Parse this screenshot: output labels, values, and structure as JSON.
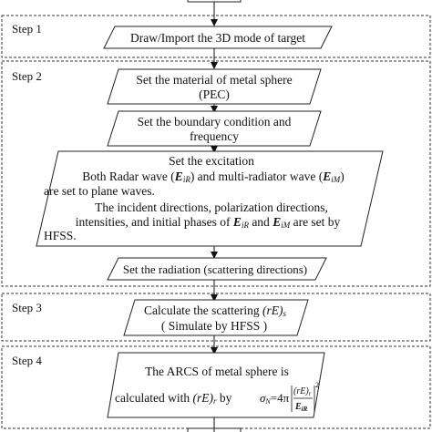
{
  "steps": [
    {
      "label": "Step 1"
    },
    {
      "label": "Step 2"
    },
    {
      "label": "Step 3"
    },
    {
      "label": "Step 4"
    }
  ],
  "boxes": {
    "draw_import": "Draw/Import the 3D mode of target",
    "material": [
      "Set the material of metal sphere",
      "(PEC)"
    ],
    "boundary": [
      "Set the boundary condition and",
      "frequency"
    ],
    "excitation_title": "Set the excitation",
    "excitation_line1": [
      "Both Radar wave (",
      "E",
      "iR",
      ") and multi-radiator wave (",
      "E",
      "iM",
      ")"
    ],
    "excitation_line2": "are set to plane waves.",
    "excitation_line3": "The incident directions, polarization directions,",
    "excitation_line4": [
      "intensities, and initial phases of ",
      "E",
      "iR",
      " and ",
      "E",
      "iM",
      " are set by"
    ],
    "excitation_line5": "HFSS.",
    "radiation": "Set the radiation (scattering directions)",
    "calculate": [
      "Calculate the scattering ",
      "(rE)",
      "s"
    ],
    "simulate": "( Simulate by HFSS )",
    "arcs_line1": "The ARCS of metal sphere is",
    "arcs_line2": [
      "calculated with ",
      "(rE)",
      "r",
      " by "
    ],
    "formula": {
      "sigma": "σ",
      "sigma_sub": "N",
      "eq": "=4π",
      "num": "(rE)",
      "num_sub": "r",
      "den": "E",
      "den_sub": "iR",
      "exp": "2"
    }
  }
}
